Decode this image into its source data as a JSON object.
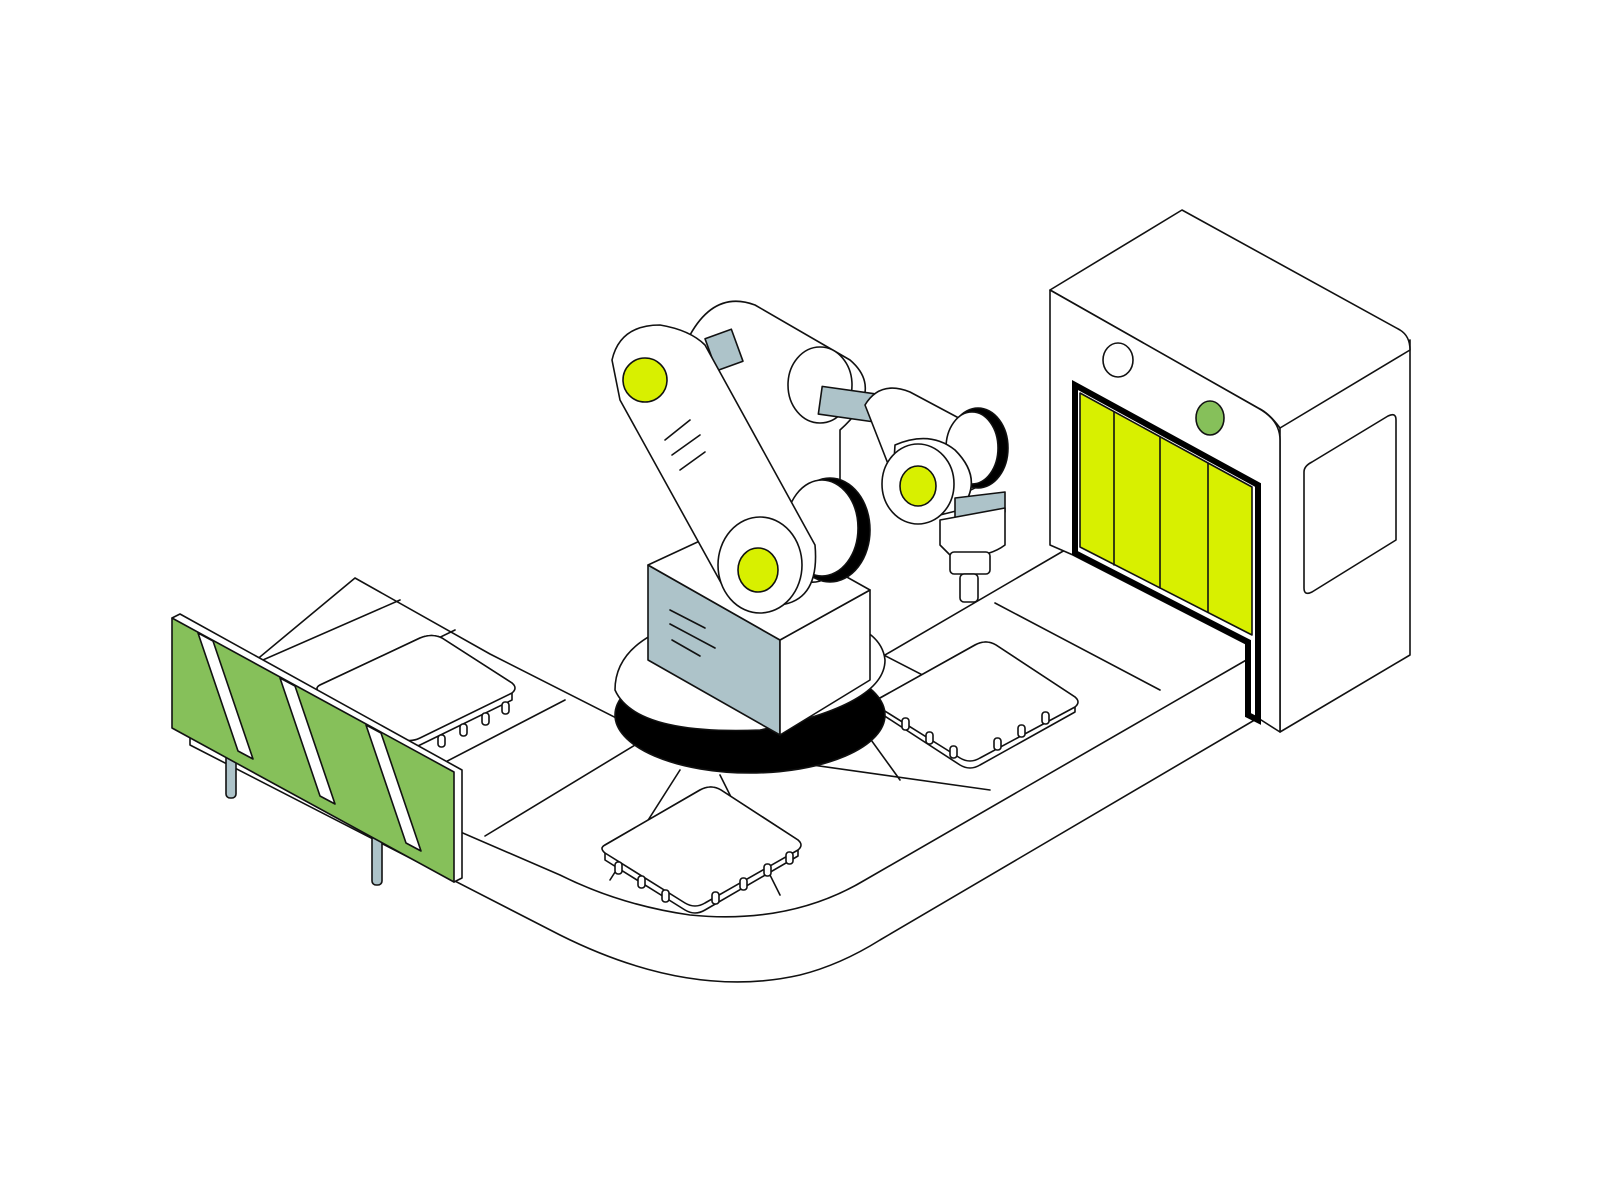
{
  "scene": {
    "description_hidden": false,
    "colors": {
      "background": "#ffffff",
      "line": "#111111",
      "lime": "#d8f000",
      "green": "#86c05a",
      "steel": "#adc3c9",
      "steel_dark": "#9fb6bc",
      "white": "#ffffff"
    },
    "icons": [
      "conveyor-belt",
      "robotic-arm",
      "oven-machine",
      "barrier-sign",
      "microchip"
    ]
  }
}
